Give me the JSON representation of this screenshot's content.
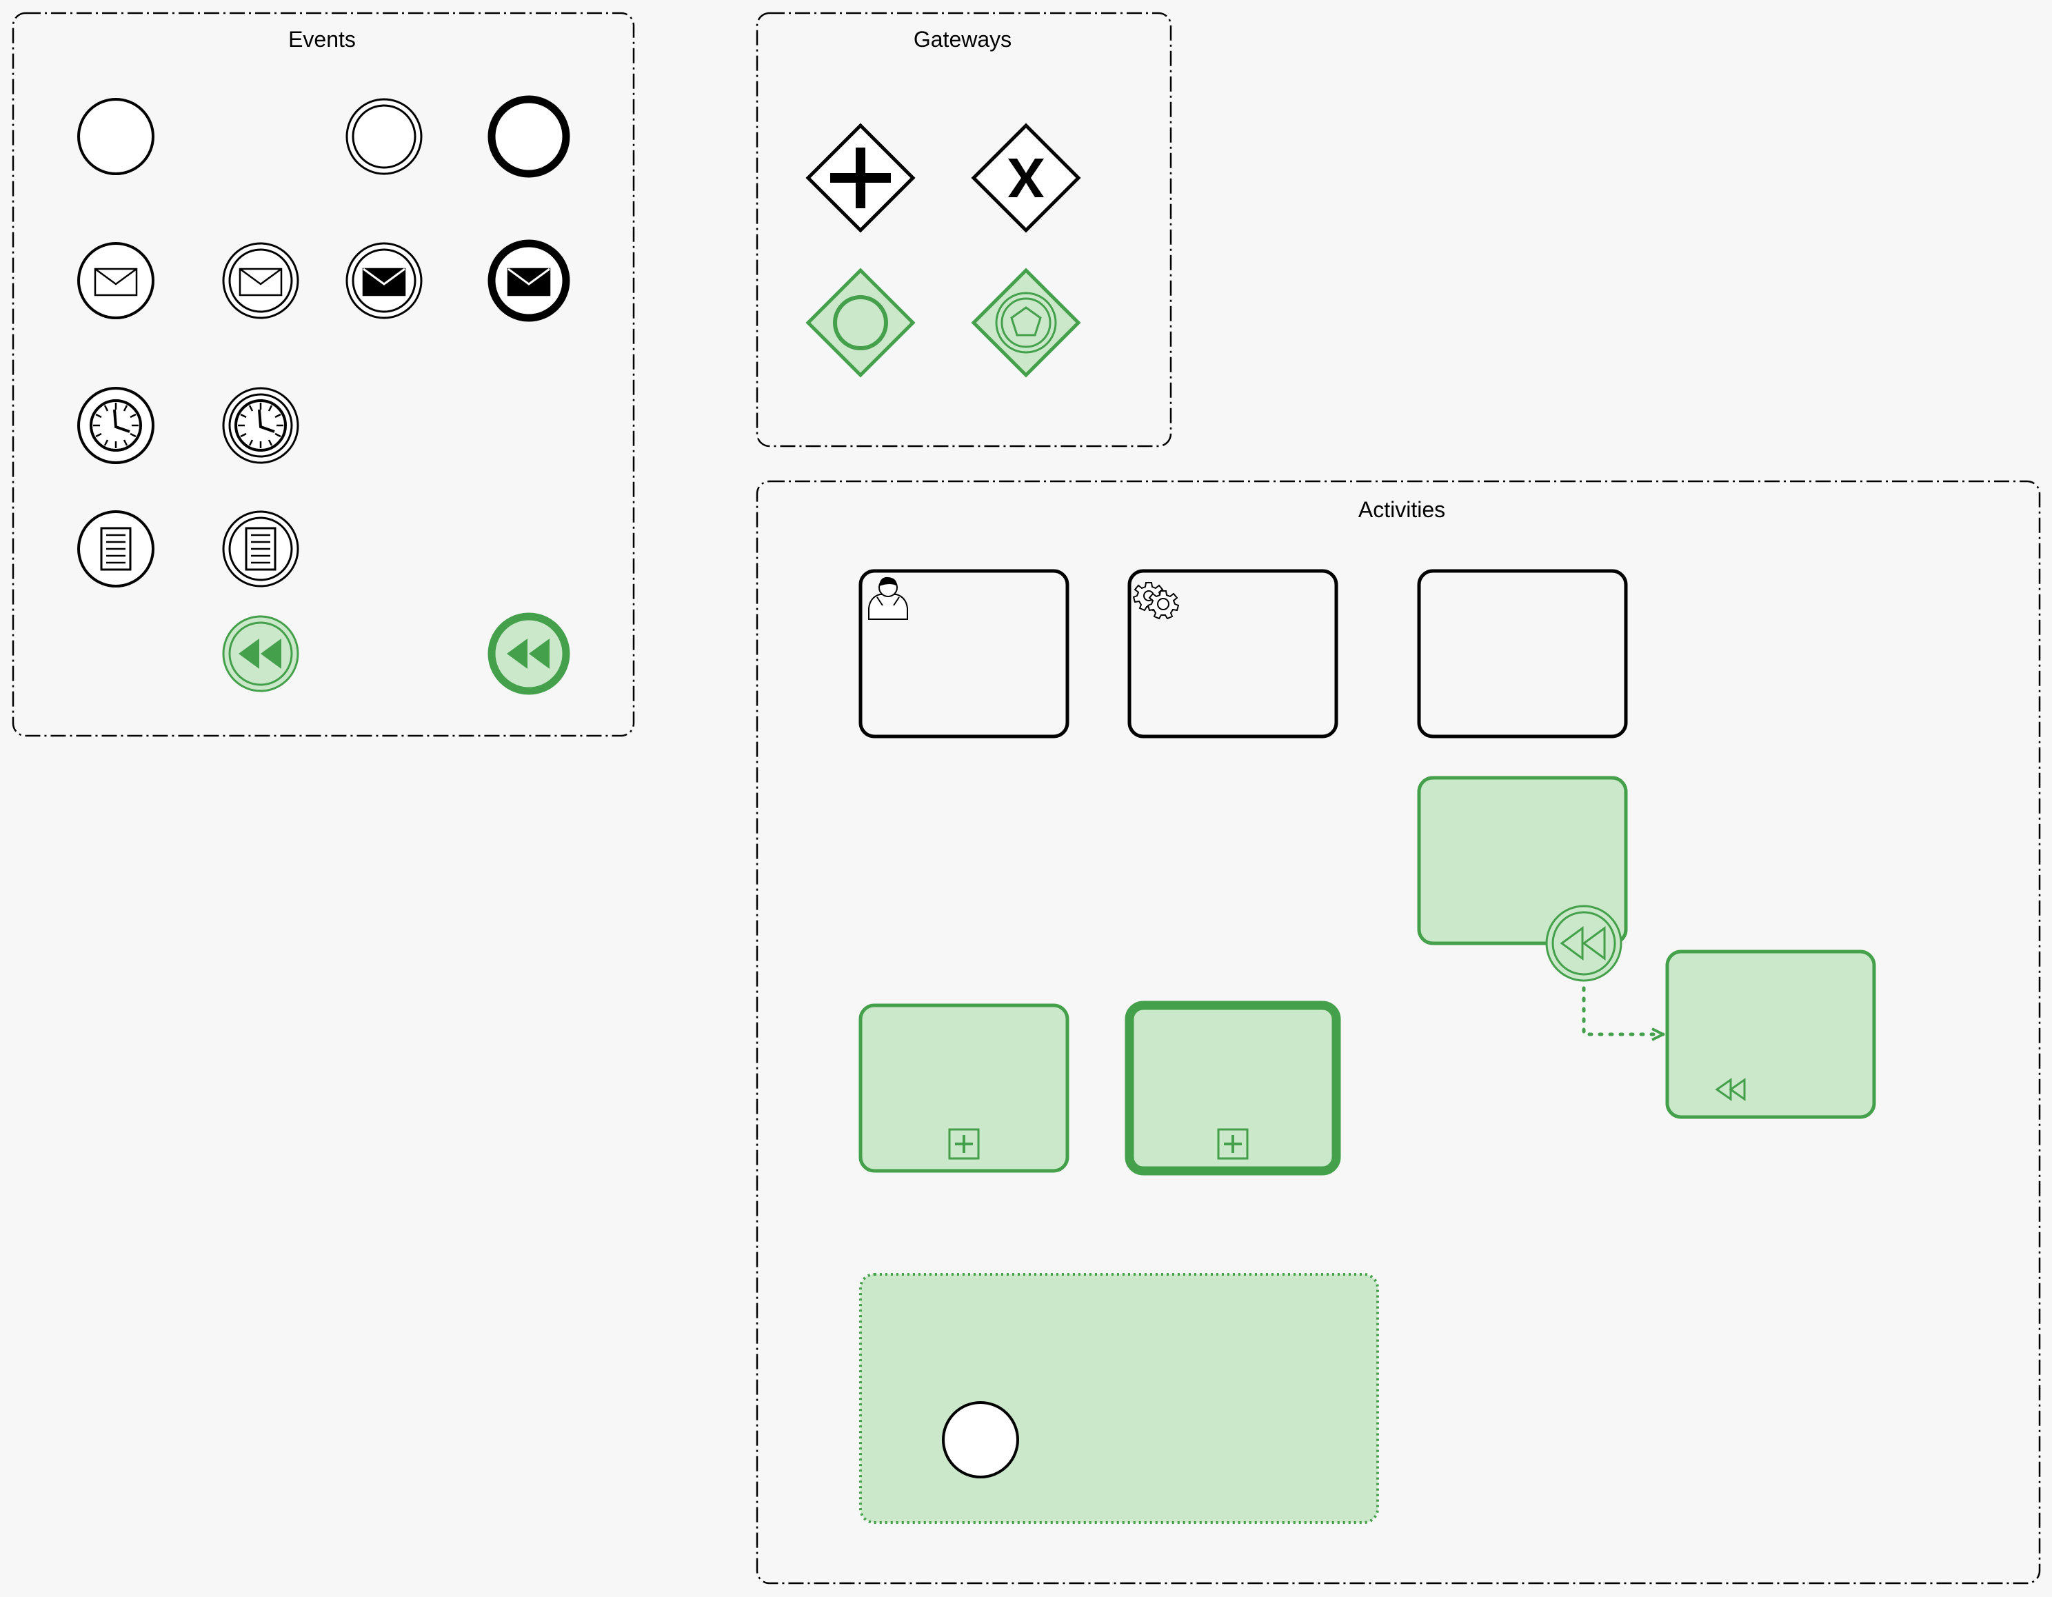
{
  "groups": {
    "events": "Events",
    "gateways": "Gateways",
    "activities": "Activities"
  },
  "colors": {
    "background": "#f7f7f7",
    "stroke": "#000000",
    "compensation_stroke": "#44a04a",
    "compensation_fill": "#cbe8cb",
    "event_fill": "#ffffff"
  },
  "events": [
    {
      "name": "none-start-event",
      "icon": "none"
    },
    {
      "name": "none-intermediate-throw-event",
      "icon": "none"
    },
    {
      "name": "none-end-event",
      "icon": "none"
    },
    {
      "name": "message-start-event",
      "icon": "envelope-icon"
    },
    {
      "name": "message-intermediate-catch-event",
      "icon": "envelope-icon"
    },
    {
      "name": "message-intermediate-throw-event",
      "icon": "envelope-filled-icon"
    },
    {
      "name": "message-end-event",
      "icon": "envelope-filled-icon"
    },
    {
      "name": "timer-start-event",
      "icon": "clock-icon"
    },
    {
      "name": "timer-intermediate-catch-event",
      "icon": "clock-icon"
    },
    {
      "name": "conditional-start-event",
      "icon": "document-lines-icon"
    },
    {
      "name": "conditional-intermediate-catch-event",
      "icon": "document-lines-icon"
    },
    {
      "name": "compensation-intermediate-throw-event",
      "icon": "rewind-filled-icon"
    },
    {
      "name": "compensation-end-event",
      "icon": "rewind-filled-icon"
    }
  ],
  "gateways": [
    {
      "name": "parallel-gateway",
      "icon": "plus-icon"
    },
    {
      "name": "exclusive-gateway",
      "icon": "x-icon"
    },
    {
      "name": "event-based-gateway",
      "icon": "circle-icon"
    },
    {
      "name": "event-based-gateway-pentagon",
      "icon": "pentagon-icon"
    }
  ],
  "activities": [
    {
      "name": "user-task",
      "icon": "user-icon"
    },
    {
      "name": "service-task",
      "icon": "gears-icon"
    },
    {
      "name": "task",
      "icon": "none"
    },
    {
      "name": "compensation-task-with-boundary",
      "icon": "rewind-icon"
    },
    {
      "name": "compensation-handler-task",
      "icon": "rewind-icon"
    },
    {
      "name": "collapsed-subprocess",
      "icon": "plus-box-icon"
    },
    {
      "name": "collapsed-call-activity",
      "icon": "plus-box-icon"
    },
    {
      "name": "event-subprocess",
      "icon": "none"
    }
  ]
}
